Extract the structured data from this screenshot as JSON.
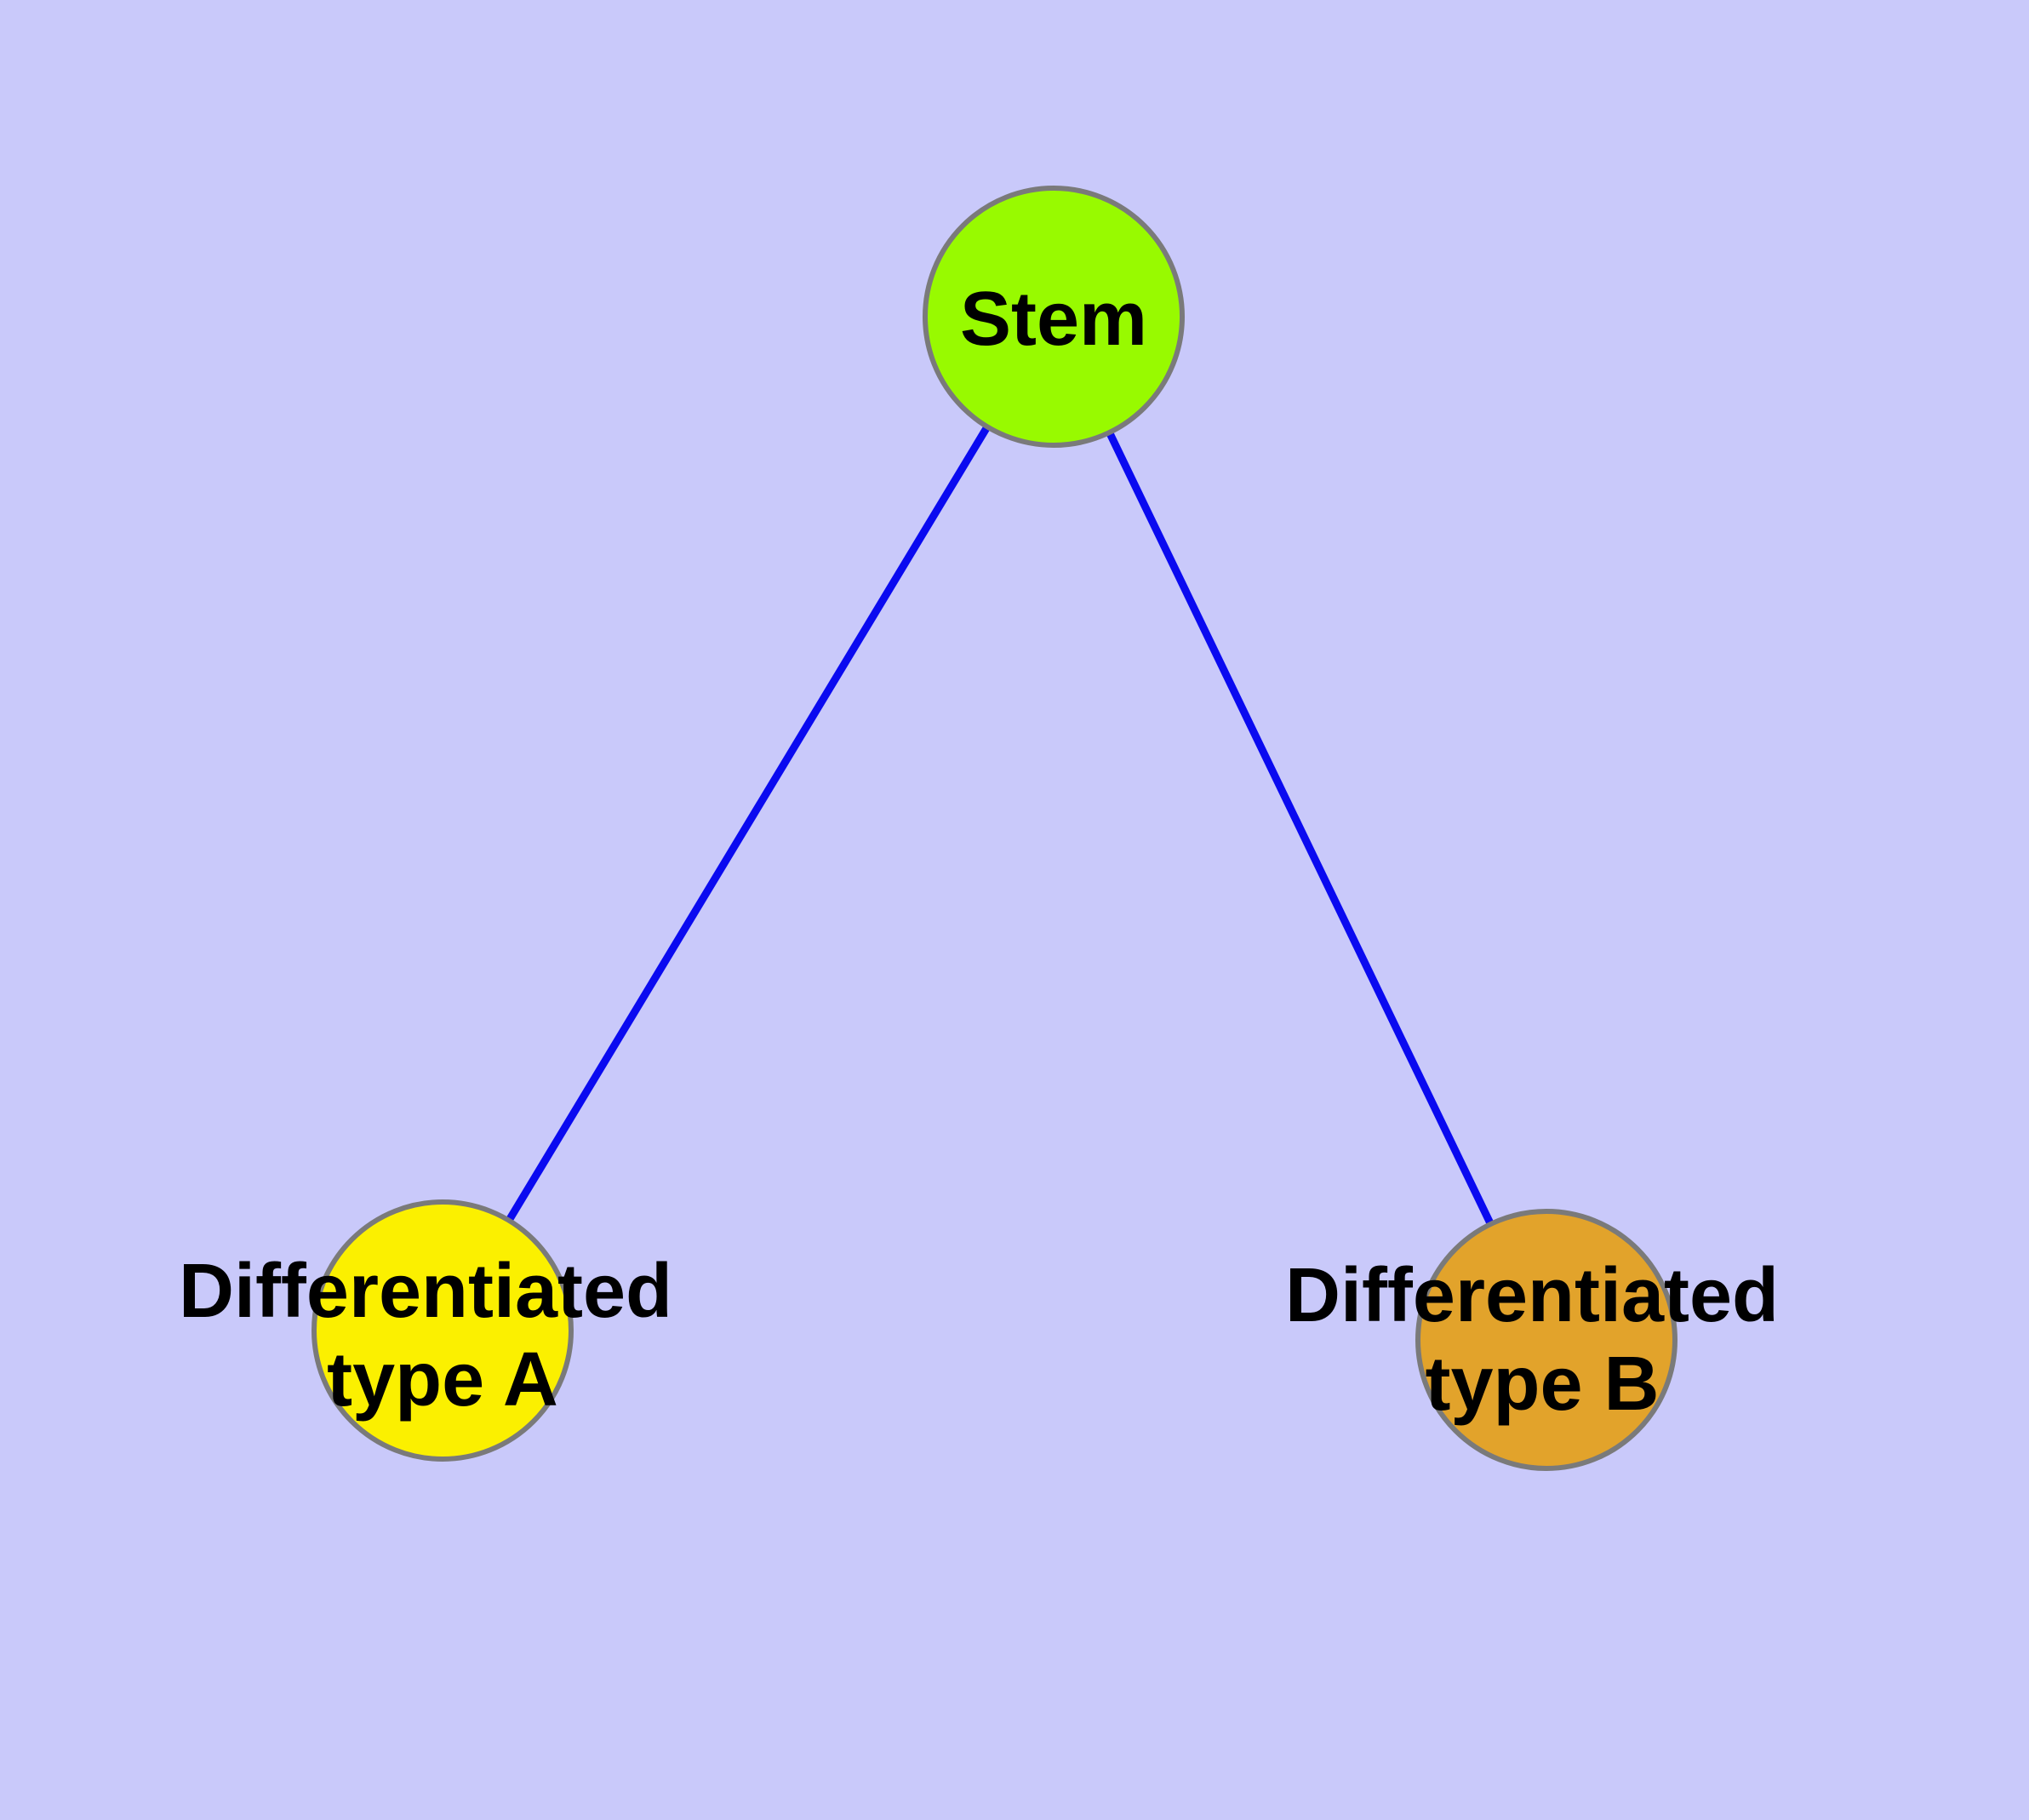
{
  "diagram": {
    "type": "graph",
    "background_color": "#C9C9FA",
    "edge_color": "#0A0AF0",
    "node_border_color": "#7A7A7A",
    "nodes": [
      {
        "id": "stem",
        "label": "Stem",
        "lines": [
          "Stem"
        ],
        "fill": "#98FA00"
      },
      {
        "id": "type_a",
        "label": "Differentiated type A",
        "lines": [
          "Differentiated",
          "type A"
        ],
        "fill": "#FBF000"
      },
      {
        "id": "type_b",
        "label": "Differentiated type B",
        "lines": [
          "Differentiated",
          "type B"
        ],
        "fill": "#E2A32B"
      }
    ],
    "edges": [
      {
        "from": "Stem",
        "to": "Differentiated type A"
      },
      {
        "from": "Stem",
        "to": "Differentiated type B"
      }
    ]
  }
}
